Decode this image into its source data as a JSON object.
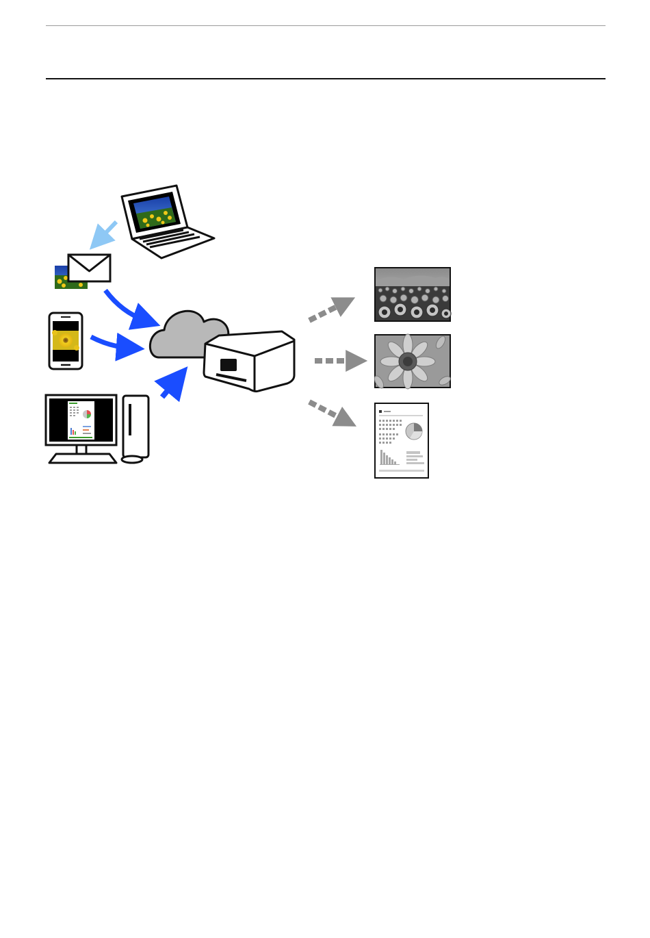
{
  "page": {
    "header_text": "",
    "section_heading": ""
  },
  "illustration": {
    "sources": [
      {
        "icon": "laptop-icon"
      },
      {
        "icon": "email-icon"
      },
      {
        "icon": "smartphone-icon"
      },
      {
        "icon": "desktop-computer-icon"
      }
    ],
    "hub": [
      "cloud-icon",
      "printer-icon"
    ],
    "outputs": [
      {
        "icon": "photo-print-sunflower-field"
      },
      {
        "icon": "photo-print-sunflower-closeup"
      },
      {
        "icon": "document-print-report"
      }
    ],
    "colors": {
      "upload_arrow": "#1a4dff",
      "email_arrow": "#8ec8f5",
      "print_arrow": "#8c8c8c",
      "cloud": "#b8b8b8",
      "outline": "#111111",
      "sunflower": "#e8c21a",
      "sky": "#1e52c8"
    }
  }
}
